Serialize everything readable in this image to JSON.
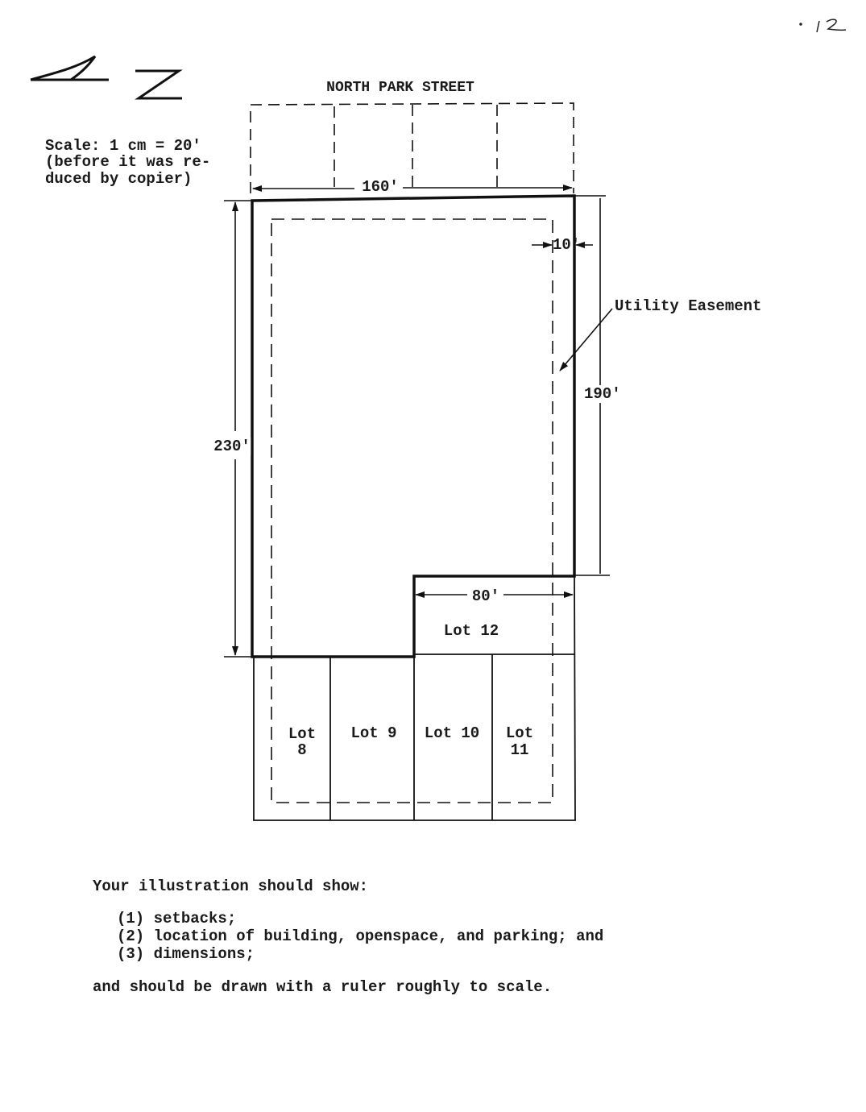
{
  "page_number": "12",
  "north_arrow": {
    "letter": "N"
  },
  "scale_note": [
    "Scale: 1 cm = 20'",
    "(before it was re-",
    "duced by copier)"
  ],
  "street_label": "NORTH PARK STREET",
  "dimensions": {
    "top_width": "160'",
    "left_depth": "230'",
    "right_depth": "190'",
    "setback": "10'",
    "notch_width": "80'"
  },
  "callouts": {
    "utility_easement": "Utility Easement"
  },
  "lots": {
    "lot12": "Lot 12",
    "lot8": [
      "Lot",
      "8"
    ],
    "lot9": "Lot 9",
    "lot10": "Lot 10",
    "lot11": [
      "Lot",
      "11"
    ]
  },
  "instructions": {
    "intro": "Your illustration should show:",
    "items": [
      "(1) setbacks;",
      "(2) location of building, openspace, and parking; and",
      "(3) dimensions;"
    ],
    "closing": "and should be drawn with a ruler roughly to scale."
  }
}
